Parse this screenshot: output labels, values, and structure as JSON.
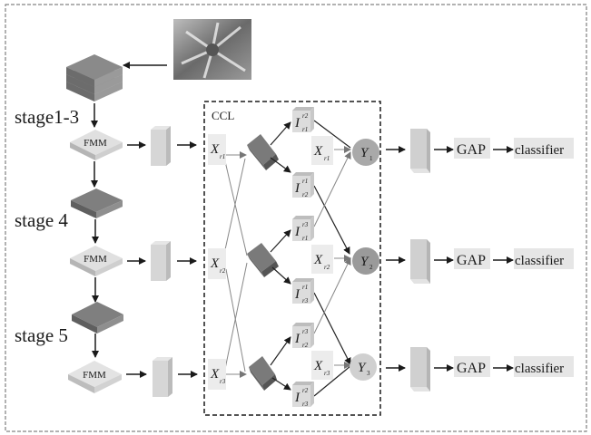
{
  "stages": [
    {
      "label": "stage1-3"
    },
    {
      "label": "stage 4"
    },
    {
      "label": "stage 5"
    }
  ],
  "fmm_label": "FMM",
  "ccl_label": "CCL",
  "inputs": [
    {
      "base": "X",
      "sub": "r1"
    },
    {
      "base": "X",
      "sub": "r2"
    },
    {
      "base": "X",
      "sub": "r3"
    }
  ],
  "intermediates": [
    {
      "base": "I",
      "sup": "r2",
      "sub": "r1"
    },
    {
      "base": "I",
      "sup": "r1",
      "sub": "r2"
    },
    {
      "base": "I",
      "sup": "r3",
      "sub": "r1"
    },
    {
      "base": "I",
      "sup": "r1",
      "sub": "r3"
    },
    {
      "base": "I",
      "sup": "r3",
      "sub": "r2"
    },
    {
      "base": "I",
      "sup": "r2",
      "sub": "r3"
    }
  ],
  "outputs": [
    {
      "base": "Y",
      "sub": "1"
    },
    {
      "base": "Y",
      "sub": "2"
    },
    {
      "base": "Y",
      "sub": "3"
    }
  ],
  "head": {
    "gap_label": "GAP",
    "classifier_label": "classifier"
  },
  "colors": {
    "block_dark": "#7a7a7a",
    "block_light": "#d9d9d9",
    "y1": "#a9a9a9",
    "y2": "#9a9a9a",
    "y3": "#d0d0d0",
    "label_bg": "#e6e6e6"
  }
}
